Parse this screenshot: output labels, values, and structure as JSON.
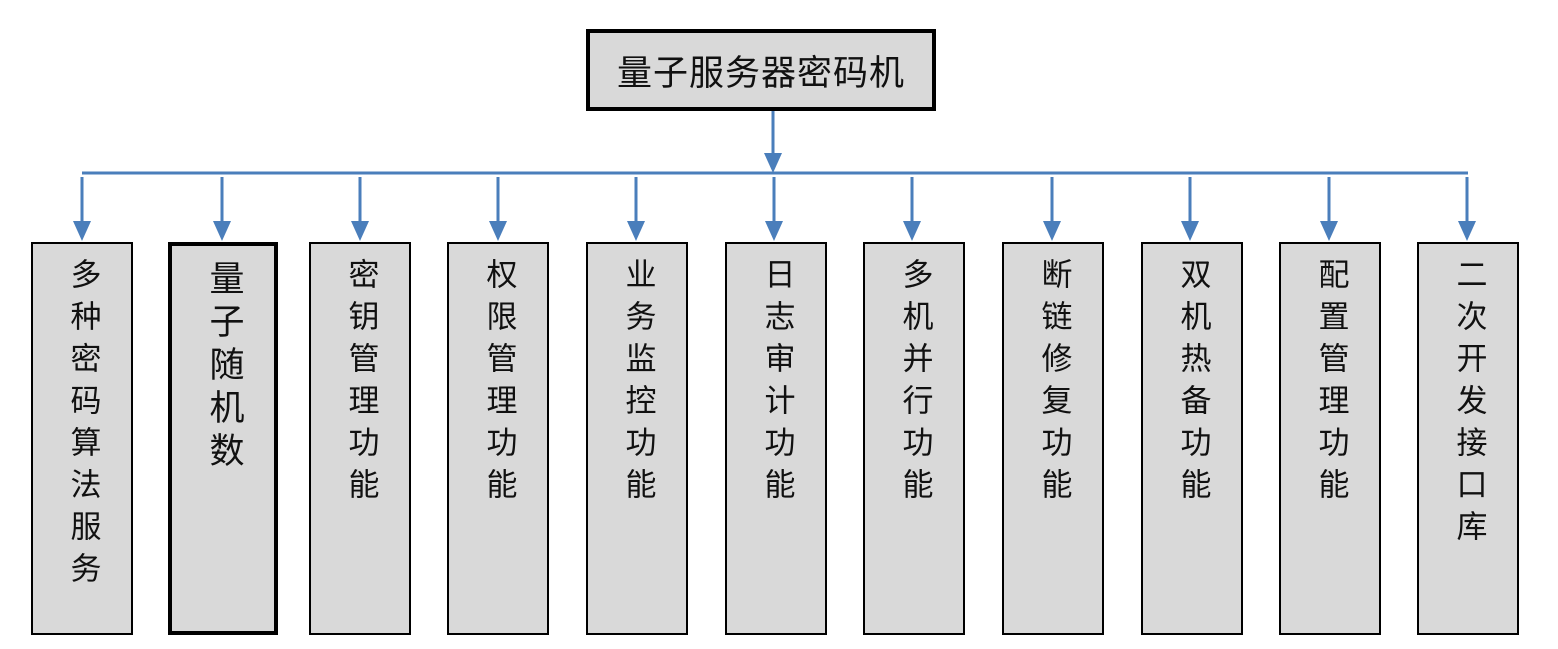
{
  "diagram": {
    "root": {
      "label": "量子服务器密码机"
    },
    "children": [
      {
        "label": "多种密码算法服务",
        "emphasized": false
      },
      {
        "label": "量子随机数",
        "emphasized": true
      },
      {
        "label": "密钥管理功能",
        "emphasized": false
      },
      {
        "label": "权限管理功能",
        "emphasized": false
      },
      {
        "label": "业务监控功能",
        "emphasized": false
      },
      {
        "label": "日志审计功能",
        "emphasized": false
      },
      {
        "label": "多机并行功能",
        "emphasized": false
      },
      {
        "label": "断链修复功能",
        "emphasized": false
      },
      {
        "label": "双机热备功能",
        "emphasized": false
      },
      {
        "label": "配置管理功能",
        "emphasized": false
      },
      {
        "label": "二次开发接口库",
        "emphasized": false
      }
    ],
    "colors": {
      "connector": "#4a7ebb",
      "box_fill": "#d9d9d9",
      "box_border": "#000000"
    }
  }
}
